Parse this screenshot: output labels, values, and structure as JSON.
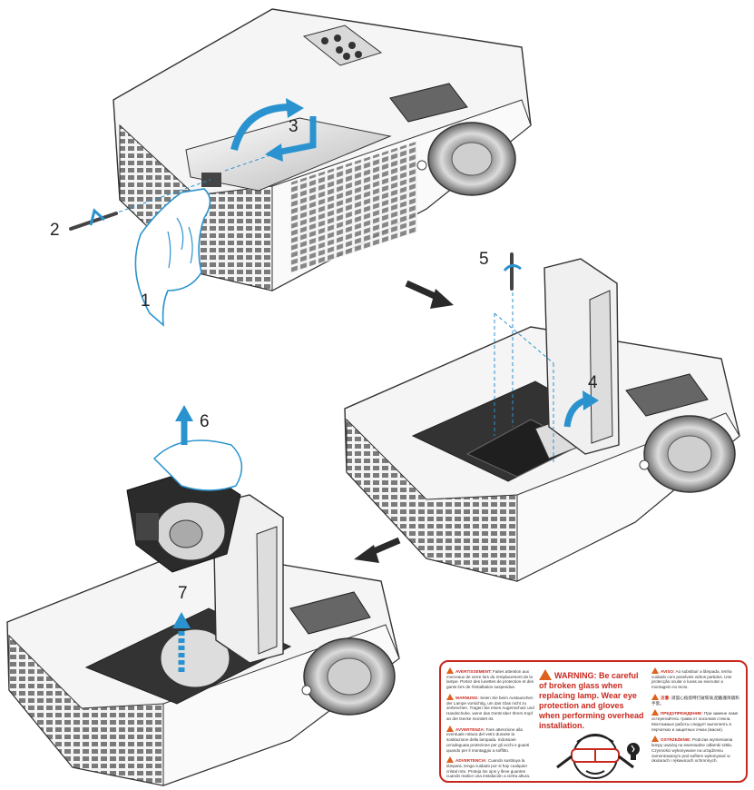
{
  "steps": [
    "1",
    "2",
    "3",
    "4",
    "5",
    "6",
    "7"
  ],
  "warning_label": {
    "main_warning": "WARNING: Be careful of broken glass when replacing lamp. Wear eye protection and gloves when performing overhead installation.",
    "left_column": [
      {
        "title": "AVERTISSEMENT:",
        "body": "Faites attention aux morceaux de verre lors du remplacement de la lampe. Portez des lunettes de protection et des gants lors de l'installation suspendue."
      },
      {
        "title": "WARNUNG:",
        "body": "Seien Sie beim Austauschen der Lampe vorsichtig, um das Glas nicht zu zerbrechen. Tragen Sie einen Augenschutz und Handschuhe, wenn das Gerät über Ihrem Kopf an der Decke montiert ist."
      },
      {
        "title": "AVVERTENZA:",
        "body": "Fare attenzione alla eventuale rottura del vetro durante la sostituzione della lampada. Indossare un'adeguata protezione per gli occhi e guanti quando per il montaggio a soffitto."
      },
      {
        "title": "ADVERTENCIA:",
        "body": "Cuando sustituya la lámpara, tenga cuidado por si hay cualquier cristal roto. Proteja los ojos y lleve guantes cuando realice una instalación a cierta altura."
      }
    ],
    "right_column": [
      {
        "title": "AVISO:",
        "body": "Ao substituir a lâmpada, tenha cuidado com possíveis vidros partidos. Use protecção ocular e luvas ao executar a montagem no tecto."
      },
      {
        "title": "注意:",
        "body": "請當心換燈時打破玻璃,配戴護目鏡和手套。"
      },
      {
        "title": "ПРЕДУПРЕЖДЕНИЕ:",
        "body": "При замене ламп остерегайтесь травм от осколков стекла. Монтажные работы следует выполнять в перчатках и защитных очках (маске)."
      },
      {
        "title": "OSTRZEŻENIE:",
        "body": "Podczas wymieniania lampy uważaj na ewentualne odłamki szkła. Czynności wykonywane na urządzeniu zamontowanym pod sufitem wykonywać w okularach i rękawicach ochronnych."
      }
    ]
  },
  "colors": {
    "arrow": "#2a93cf",
    "warning_red": "#c8281e",
    "warning_orange": "#e0601e"
  }
}
